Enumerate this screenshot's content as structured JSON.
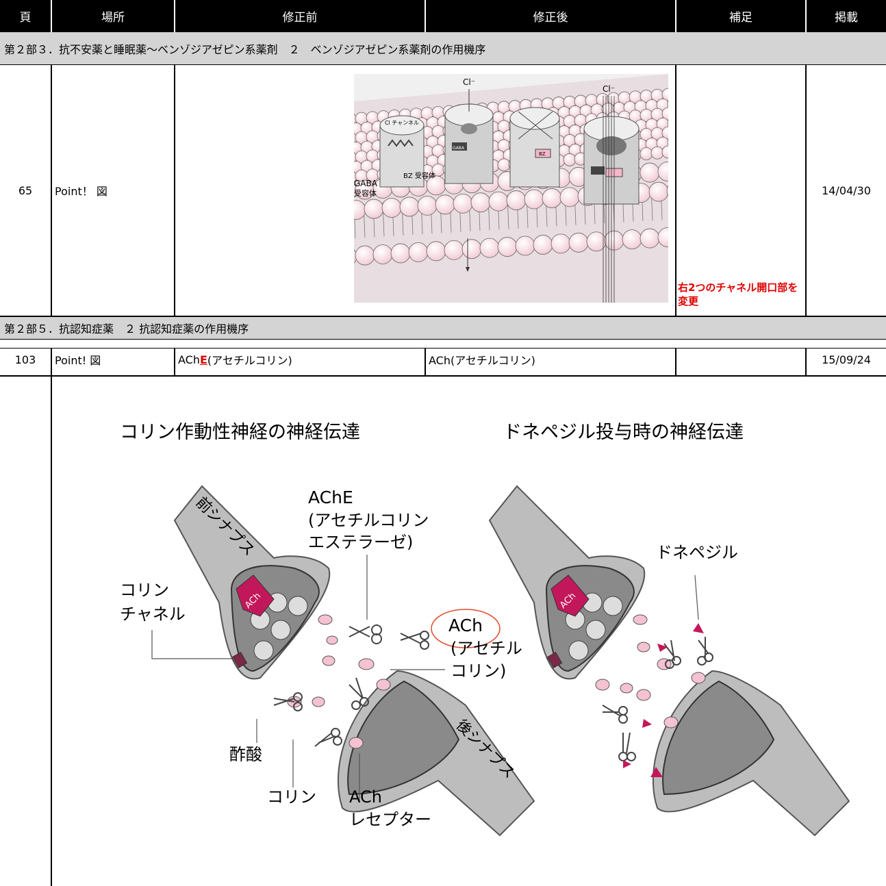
{
  "header": {
    "page": "頁",
    "location": "場所",
    "before": "修正前",
    "after": "修正後",
    "note": "補足",
    "published": "掲載"
  },
  "section1": {
    "title": "第２部３．抗不安薬と睡眠薬～ベンゾジアゼピン系薬剤　２　ベンゾジアゼピン系薬剤の作用機序",
    "row": {
      "page": "65",
      "location": "Point！ 図",
      "note": "右2つのチャネル開口部を変更",
      "date": "14/04/30"
    },
    "figure": {
      "cl_top": "Cl⁻",
      "cl_top_right": "Cl⁻",
      "cl_channel": "Cl チャンネル",
      "bz_receptor": "BZ 受容体",
      "gaba_receptor_1": "GABA",
      "gaba_receptor_2": "受容体",
      "gaba_tag": "GABA",
      "bz_tag": "BZ"
    }
  },
  "section2": {
    "title": "第２部５．抗認知症薬　２ 抗認知症薬の作用機序",
    "row": {
      "page": "103",
      "location": "Point! 図",
      "before_prefix": "ACh",
      "before_highlight": "E",
      "before_suffix": "(アセチルコリン)",
      "after": "ACh(アセチルコリン)",
      "note": "",
      "date": "15/09/24"
    },
    "diagram": {
      "title_left": "コリン作動性神経の神経伝達",
      "title_right": "ドネペジル投与時の神経伝達",
      "presynapse": "前シナプス",
      "postsynapse": "後シナプス",
      "ache_1": "AChE",
      "ache_2": "(アセチルコリン",
      "ache_3": "エステラーゼ)",
      "choline_channel_1": "コリン",
      "choline_channel_2": "チャネル",
      "ach_1": "ACh",
      "ach_2": "(アセチル",
      "ach_3": "コリン)",
      "acetic_acid": "酢酸",
      "choline": "コリン",
      "ach_receptor_1": "ACh",
      "ach_receptor_2": "レセプター",
      "donepezil": "ドネペジル",
      "vesicle_label": "ACh"
    }
  },
  "colors": {
    "header_bg": "#000000",
    "section_bg": "#d4d4d4",
    "highlight_red": "#e00000",
    "membrane_pink": "#f7e3e8",
    "ach_magenta": "#c2185b",
    "neuron_gray": "#a9a9a9"
  }
}
